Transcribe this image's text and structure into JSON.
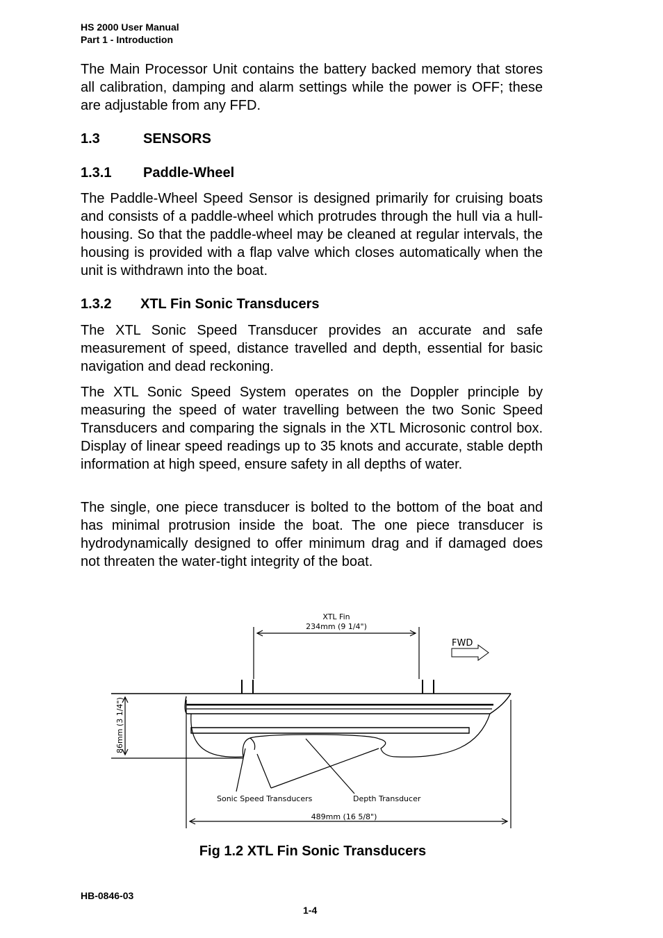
{
  "header": {
    "line1": "HS 2000 User Manual",
    "line2": "Part 1 - Introduction"
  },
  "intro_paragraph": "The Main Processor Unit contains the battery backed memory that stores all calibration, damping and alarm settings while the power is OFF; these are adjustable from any FFD.",
  "section_1_3": {
    "number": "1.3",
    "title": "SENSORS"
  },
  "section_1_3_1": {
    "number": "1.3.1",
    "title": "Paddle-Wheel",
    "body": "The Paddle-Wheel Speed Sensor is designed primarily for cruising boats and consists of a paddle-wheel which protrudes through the hull via a hull-housing. So that the paddle-wheel may be cleaned at regular intervals, the housing is provided with a flap valve which closes automatically when the unit is withdrawn into the boat."
  },
  "section_1_3_2": {
    "number": "1.3.2",
    "title": "XTL Fin Sonic Transducers",
    "para1": "The XTL Sonic Speed  Transducer provides an accurate and safe measurement of speed, distance travelled and depth, essential for basic navigation and dead reckoning.",
    "para2": "The XTL Sonic Speed  System operates on the Doppler principle by measuring the speed of water travelling between the two Sonic Speed Transducers and comparing the signals in the XTL Microsonic control box. Display of linear speed readings up to 35 knots and accurate, stable depth information at high speed, ensure safety in all depths of water.",
    "para3": "The single, one piece transducer is bolted to the bottom of the boat and has minimal protrusion inside the boat. The one piece transducer is hydrodynamically designed to offer minimum drag and if damaged does not threaten the water-tight integrity of the boat."
  },
  "figure": {
    "label_xtl_fin": "XTL Fin",
    "label_fin_span": "234mm (9 1/4\")",
    "label_fwd": "FWD",
    "label_height": "86mm (3 1/4\")",
    "label_sonic": "Sonic Speed Transducers",
    "label_depth": "Depth Transducer",
    "label_length": "489mm (16 5/8\")",
    "caption": "Fig 1.2  XTL Fin Sonic Transducers"
  },
  "footer": {
    "doc_number": "HB-0846-03",
    "page_number": "1-4"
  }
}
